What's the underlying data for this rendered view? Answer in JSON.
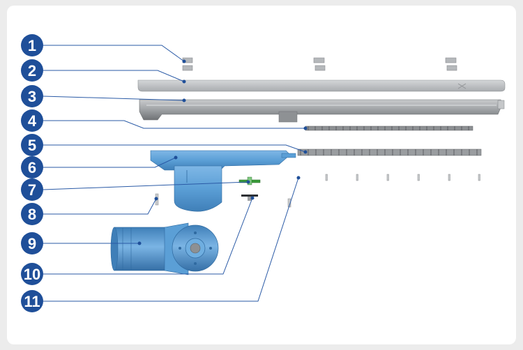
{
  "diagram": {
    "callouts": [
      {
        "number": "1"
      },
      {
        "number": "2"
      },
      {
        "number": "3"
      },
      {
        "number": "4"
      },
      {
        "number": "5"
      },
      {
        "number": "6"
      },
      {
        "number": "7"
      },
      {
        "number": "8"
      },
      {
        "number": "9"
      },
      {
        "number": "10"
      },
      {
        "number": "11"
      }
    ]
  },
  "colors": {
    "background": "#ececec",
    "panel": "#ffffff",
    "callout_circle": "#1f4f99",
    "leader_line": "#2a5aa6",
    "housing_gray": "#b9bcbf",
    "motor_blue": "#5b9fd6",
    "gear_green": "#3a9a3a"
  }
}
